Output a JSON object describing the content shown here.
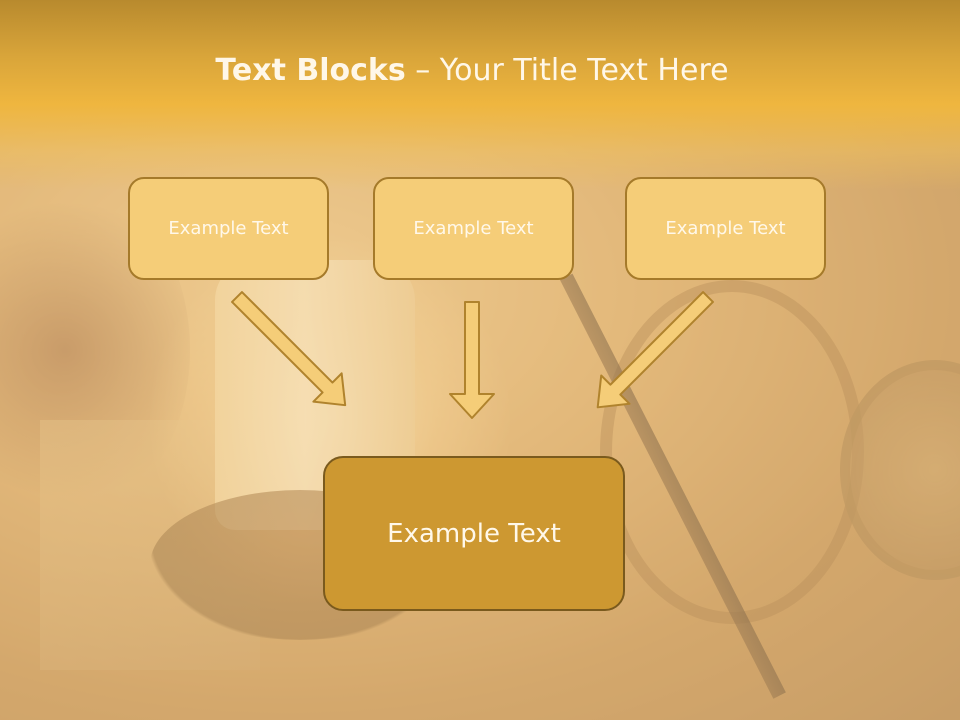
{
  "slide": {
    "title_bold": "Text Blocks",
    "title_rest": " – Your Title Text Here"
  },
  "boxes": {
    "left": "Example Text",
    "middle": "Example Text",
    "right": "Example Text",
    "bottom": "Example Text"
  },
  "colors": {
    "header": "#efb63f",
    "box_fill": "#f5cd78",
    "box_main_fill": "#cd9831",
    "arrow_fill": "#f5cd78",
    "border": "#a57a2a"
  },
  "icons": {
    "arrows": "down-arrow"
  }
}
